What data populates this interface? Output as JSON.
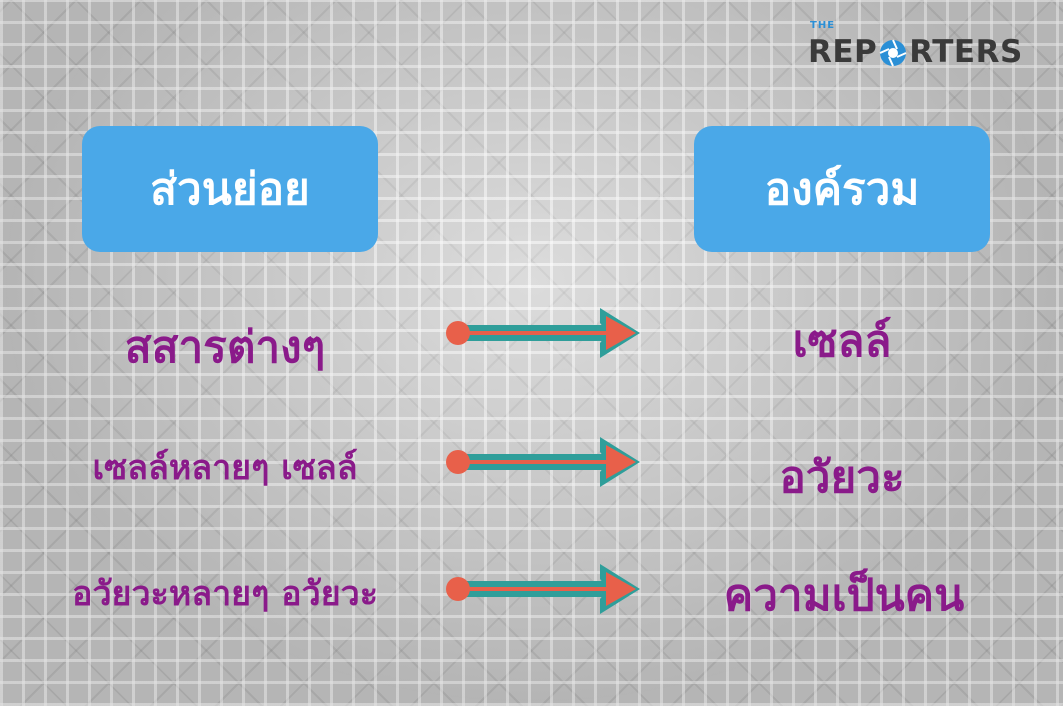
{
  "brand": {
    "small": "THE",
    "part1": "REP",
    "part2": "RTERS",
    "colors": {
      "accent": "#2a8fd6",
      "text": "#3a3a3a"
    }
  },
  "headers": {
    "left": "ส่วนย่อย",
    "right": "องค์รวม"
  },
  "rows": [
    {
      "left": "สสารต่างๆ",
      "right": "เซลล์"
    },
    {
      "left": "เซลล์หลายๆ เซลล์",
      "right": "อวัยวะ"
    },
    {
      "left": "อวัยวะหลายๆ อวัยวะ",
      "right": "ความเป็นคน"
    }
  ],
  "colors": {
    "header_box": "#4aa8e8",
    "label": "#8a1a8a",
    "arrow_body": "#2f9e9a",
    "arrow_accent": "#e8604a"
  },
  "icons": {
    "logo_o": "camera-aperture-icon",
    "arrow": "right-arrow-icon"
  }
}
